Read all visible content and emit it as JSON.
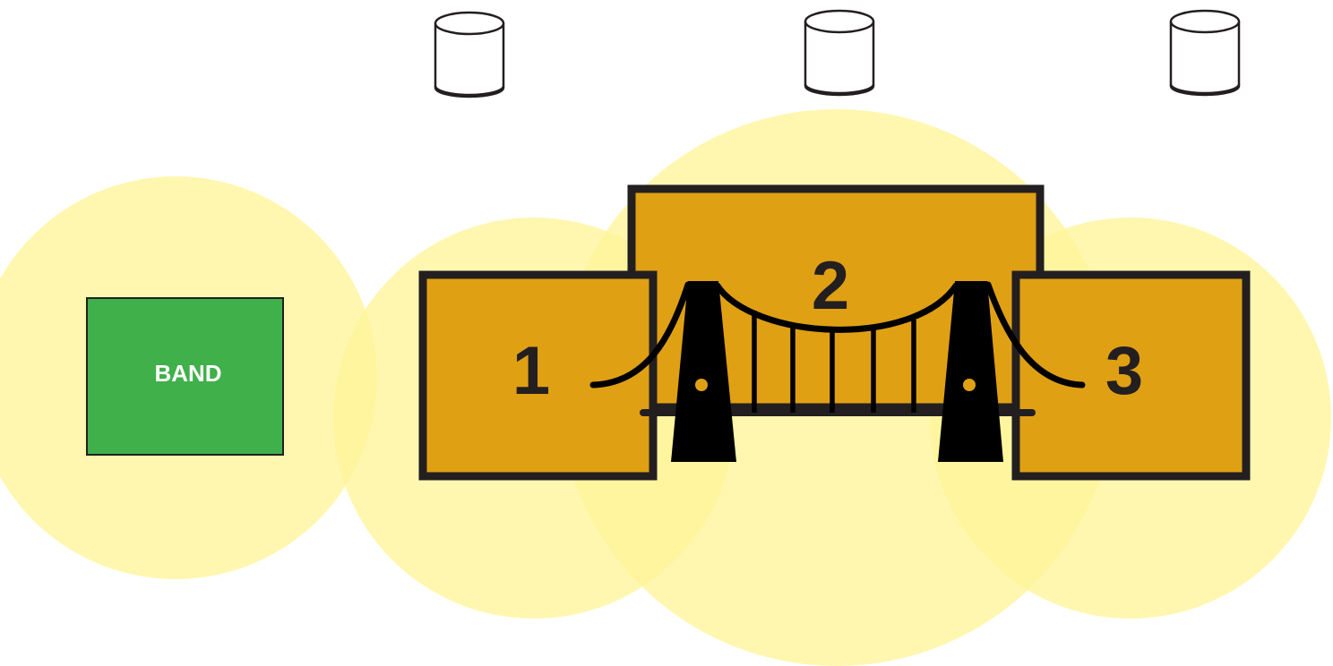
{
  "band": {
    "label": "BAND",
    "color": "#40b04a"
  },
  "stages": [
    {
      "label": "1",
      "color": "#e0a014"
    },
    {
      "label": "2",
      "color": "#e0a014"
    },
    {
      "label": "3",
      "color": "#e0a014"
    }
  ],
  "cylinders": [
    "cylinder-icon",
    "cylinder-icon",
    "cylinder-icon"
  ],
  "colors": {
    "light_zone": "#fff59a",
    "outline": "#231f20",
    "bridge": "#000000"
  }
}
